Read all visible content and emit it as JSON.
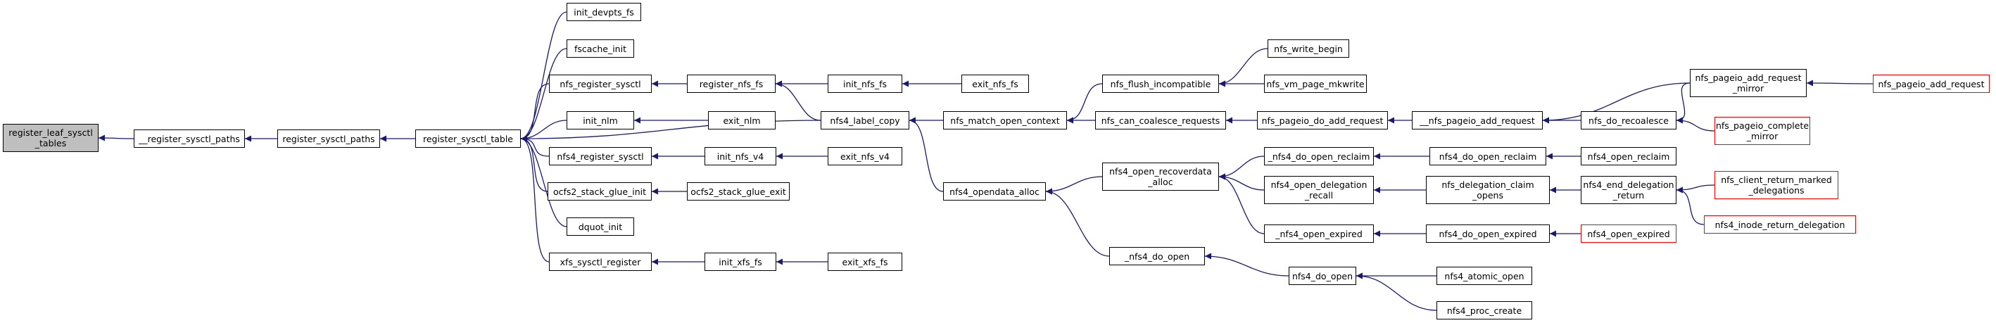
{
  "graph": {
    "nodes": [
      {
        "id": "n0",
        "label": "register_leaf_sysctl\n_tables",
        "kind": "focus"
      },
      {
        "id": "n1",
        "label": "__register_sysctl_paths",
        "kind": "normal"
      },
      {
        "id": "n2",
        "label": "register_sysctl_paths",
        "kind": "normal"
      },
      {
        "id": "n3",
        "label": "register_sysctl_table",
        "kind": "normal"
      },
      {
        "id": "n4",
        "label": "init_devpts_fs",
        "kind": "normal"
      },
      {
        "id": "n5",
        "label": "fscache_init",
        "kind": "normal"
      },
      {
        "id": "n6",
        "label": "nfs_register_sysctl",
        "kind": "normal"
      },
      {
        "id": "n7",
        "label": "init_nlm",
        "kind": "normal"
      },
      {
        "id": "n8",
        "label": "nfs4_register_sysctl",
        "kind": "normal"
      },
      {
        "id": "n9",
        "label": "ocfs2_stack_glue_init",
        "kind": "normal"
      },
      {
        "id": "n10",
        "label": "dquot_init",
        "kind": "normal"
      },
      {
        "id": "n11",
        "label": "xfs_sysctl_register",
        "kind": "normal"
      },
      {
        "id": "n12",
        "label": "register_nfs_fs",
        "kind": "normal"
      },
      {
        "id": "n13",
        "label": "exit_nlm",
        "kind": "normal"
      },
      {
        "id": "n14",
        "label": "init_nfs_v4",
        "kind": "normal"
      },
      {
        "id": "n15",
        "label": "ocfs2_stack_glue_exit",
        "kind": "normal"
      },
      {
        "id": "n16",
        "label": "init_xfs_fs",
        "kind": "normal"
      },
      {
        "id": "n17",
        "label": "init_nfs_fs",
        "kind": "normal"
      },
      {
        "id": "n18",
        "label": "nfs4_label_copy",
        "kind": "normal"
      },
      {
        "id": "n19",
        "label": "exit_nfs_v4",
        "kind": "normal"
      },
      {
        "id": "n20",
        "label": "exit_xfs_fs",
        "kind": "normal"
      },
      {
        "id": "n21",
        "label": "exit_nfs_fs",
        "kind": "normal"
      },
      {
        "id": "n22",
        "label": "nfs_match_open_context",
        "kind": "normal"
      },
      {
        "id": "n23",
        "label": "nfs4_opendata_alloc",
        "kind": "normal"
      },
      {
        "id": "n24",
        "label": "nfs_flush_incompatible",
        "kind": "normal"
      },
      {
        "id": "n25",
        "label": "nfs_can_coalesce_requests",
        "kind": "normal"
      },
      {
        "id": "n26",
        "label": "nfs4_open_recoverdata\n_alloc",
        "kind": "normal"
      },
      {
        "id": "n27",
        "label": "_nfs4_do_open",
        "kind": "normal"
      },
      {
        "id": "n28",
        "label": "nfs_write_begin",
        "kind": "normal"
      },
      {
        "id": "n29",
        "label": "nfs_vm_page_mkwrite",
        "kind": "normal"
      },
      {
        "id": "n30",
        "label": "nfs_pageio_do_add_request",
        "kind": "normal"
      },
      {
        "id": "n31",
        "label": "_nfs4_do_open_reclaim",
        "kind": "normal"
      },
      {
        "id": "n32",
        "label": "nfs4_open_delegation\n_recall",
        "kind": "normal"
      },
      {
        "id": "n33",
        "label": "_nfs4_open_expired",
        "kind": "normal"
      },
      {
        "id": "n34",
        "label": "nfs4_do_open",
        "kind": "normal"
      },
      {
        "id": "n35",
        "label": "__nfs_pageio_add_request",
        "kind": "normal"
      },
      {
        "id": "n36",
        "label": "nfs4_do_open_reclaim",
        "kind": "normal"
      },
      {
        "id": "n37",
        "label": "nfs_delegation_claim\n_opens",
        "kind": "normal"
      },
      {
        "id": "n38",
        "label": "nfs4_do_open_expired",
        "kind": "normal"
      },
      {
        "id": "n39",
        "label": "nfs4_atomic_open",
        "kind": "normal"
      },
      {
        "id": "n40",
        "label": "nfs4_proc_create",
        "kind": "normal"
      },
      {
        "id": "n41",
        "label": "nfs_do_recoalesce",
        "kind": "normal"
      },
      {
        "id": "n42",
        "label": "nfs4_open_reclaim",
        "kind": "normal"
      },
      {
        "id": "n43",
        "label": "nfs4_end_delegation\n_return",
        "kind": "normal"
      },
      {
        "id": "n44",
        "label": "nfs4_open_expired",
        "kind": "truncated"
      },
      {
        "id": "n45",
        "label": "nfs_pageio_add_request\n_mirror",
        "kind": "normal"
      },
      {
        "id": "n46",
        "label": "nfs_pageio_complete\n_mirror",
        "kind": "truncated"
      },
      {
        "id": "n47",
        "label": "nfs_client_return_marked\n_delegations",
        "kind": "truncated"
      },
      {
        "id": "n48",
        "label": "nfs4_inode_return_delegation",
        "kind": "truncated"
      },
      {
        "id": "n49",
        "label": "nfs_pageio_add_request",
        "kind": "truncated"
      }
    ],
    "edges": [
      [
        "n1",
        "n0"
      ],
      [
        "n2",
        "n1"
      ],
      [
        "n3",
        "n2"
      ],
      [
        "n4",
        "n3"
      ],
      [
        "n5",
        "n3"
      ],
      [
        "n6",
        "n3"
      ],
      [
        "n7",
        "n3"
      ],
      [
        "n8",
        "n3"
      ],
      [
        "n9",
        "n3"
      ],
      [
        "n10",
        "n3"
      ],
      [
        "n11",
        "n3"
      ],
      [
        "n18",
        "n3"
      ],
      [
        "n12",
        "n6"
      ],
      [
        "n13",
        "n7"
      ],
      [
        "n14",
        "n8"
      ],
      [
        "n15",
        "n9"
      ],
      [
        "n16",
        "n11"
      ],
      [
        "n17",
        "n12"
      ],
      [
        "n18",
        "n12"
      ],
      [
        "n19",
        "n14"
      ],
      [
        "n20",
        "n16"
      ],
      [
        "n21",
        "n17"
      ],
      [
        "n22",
        "n18"
      ],
      [
        "n23",
        "n18"
      ],
      [
        "n24",
        "n22"
      ],
      [
        "n25",
        "n22"
      ],
      [
        "n26",
        "n23"
      ],
      [
        "n27",
        "n23"
      ],
      [
        "n28",
        "n24"
      ],
      [
        "n29",
        "n24"
      ],
      [
        "n30",
        "n25"
      ],
      [
        "n31",
        "n26"
      ],
      [
        "n32",
        "n26"
      ],
      [
        "n33",
        "n26"
      ],
      [
        "n34",
        "n27"
      ],
      [
        "n35",
        "n30"
      ],
      [
        "n36",
        "n31"
      ],
      [
        "n37",
        "n32"
      ],
      [
        "n38",
        "n33"
      ],
      [
        "n39",
        "n34"
      ],
      [
        "n40",
        "n34"
      ],
      [
        "n41",
        "n35"
      ],
      [
        "n45",
        "n35"
      ],
      [
        "n42",
        "n36"
      ],
      [
        "n43",
        "n37"
      ],
      [
        "n44",
        "n38"
      ],
      [
        "n45",
        "n41"
      ],
      [
        "n46",
        "n41"
      ],
      [
        "n47",
        "n43"
      ],
      [
        "n48",
        "n43"
      ],
      [
        "n49",
        "n45"
      ]
    ],
    "colors": {
      "edge": "#191970",
      "node_border": "#000000",
      "focus_fill": "#bfbfbf",
      "truncated_border": "#ff0000"
    }
  }
}
